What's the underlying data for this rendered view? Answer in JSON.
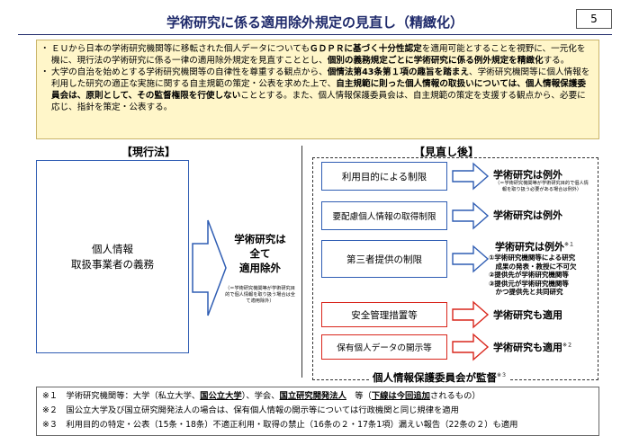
{
  "header": {
    "title": "学術研究に係る適用除外規定の見直し（精緻化）",
    "page_number": "5"
  },
  "summary": {
    "bullets": [
      {
        "parts": [
          {
            "t": "ＥＵから日本の学術研究機関等に移転された個人データについても",
            "b": false
          },
          {
            "t": "ＧＤＰＲに基づく十分性認定",
            "b": true
          },
          {
            "t": "を適用可能とすることを視野に、一元化を機に、現行法の学術研究に係る一律の適用除外規定を見直すこととし、",
            "b": false
          },
          {
            "t": "個別の義務規定ごとに学術研究に係る例外規定を精緻化",
            "b": true
          },
          {
            "t": "する。",
            "b": false
          }
        ]
      },
      {
        "parts": [
          {
            "t": "大学の自治を始めとする学術研究機関等の自律性を尊重する観点から、",
            "b": false
          },
          {
            "t": "個情法第43条第１項の趣旨を踏まえ",
            "b": true
          },
          {
            "t": "、学術研究機関等に個人情報を利用した研究の適正な実施に関する自主規範の策定・公表を求めた上で、",
            "b": false
          },
          {
            "t": "自主規範に則った個人情報の取扱いについては、個人情報保護委員会は、原則として、その監督権限を行使しない",
            "b": true
          },
          {
            "t": "こととする。また、個人情報保護委員会は、自主規範の策定を支援する観点から、必要に応じ、指針を策定・公表する。",
            "b": false
          }
        ]
      }
    ]
  },
  "current_law": {
    "heading": "【現行法】",
    "entity_line1": "個人情報",
    "entity_line2": "取扱事業者の義務",
    "result_line1": "学術研究は",
    "result_line2": "全て",
    "result_line3": "適用除外",
    "result_note": "（＝学術研究機関等が学術研究目的で個人情報を取り扱う場合は全て適用除外）"
  },
  "revision": {
    "heading": "【見直し後】",
    "items": [
      {
        "label": "利用目的による制限",
        "result": "学術研究は例外",
        "note": "（＝学術研究機関等が学術研究目的で個人情報を取り扱う必要がある場合は例外）",
        "color": "#2f5db3"
      },
      {
        "label": "要配慮個人情報の取得制限",
        "result": "学術研究は例外",
        "note": "",
        "color": "#2f5db3"
      },
      {
        "label": "第三者提供の制限",
        "result": "学術研究は例外",
        "sup": "※１",
        "color": "#2f5db3",
        "sub": [
          "①学術研究機関等による研究",
          "　成果の発表・教授に不可欠",
          "②提供先が学術研究機関等",
          "③提供元が学術研究機関等",
          "　かつ提供先と共同研究"
        ]
      },
      {
        "label": "安全管理措置等",
        "result": "学術研究も適用",
        "note": "",
        "color": "#d9261c"
      },
      {
        "label": "保有個人データの開示等",
        "result": "学術研究も適用",
        "sup": "※２",
        "color": "#d9261c"
      }
    ],
    "commission": "個人情報保護委員会が監督",
    "commission_sup": "※３"
  },
  "footnotes": {
    "n1": {
      "mark": "※１",
      "a": "学術研究機関等：大学（私立大学、",
      "b": "国公立大学",
      "c": "）、学会、",
      "d": "国立研究開発法人",
      "e": "　等（",
      "f": "下線は今回追加",
      "g": "されるもの）"
    },
    "n2": {
      "mark": "※２",
      "text": "国公立大学及び国立研究開発法人の場合は、保有個人情報の開示等については行政機関と同じ規律を適用"
    },
    "n3": {
      "mark": "※３",
      "text": "利用目的の特定・公表（15条・18条）不適正利用・取得の禁止（16条の２・17条1項）漏えい報告（22条の２）も適用"
    }
  },
  "colors": {
    "blue": "#2f5db3",
    "red": "#d9261c",
    "summary_bg": "#fff6c9",
    "title": "#1f2a6b"
  }
}
